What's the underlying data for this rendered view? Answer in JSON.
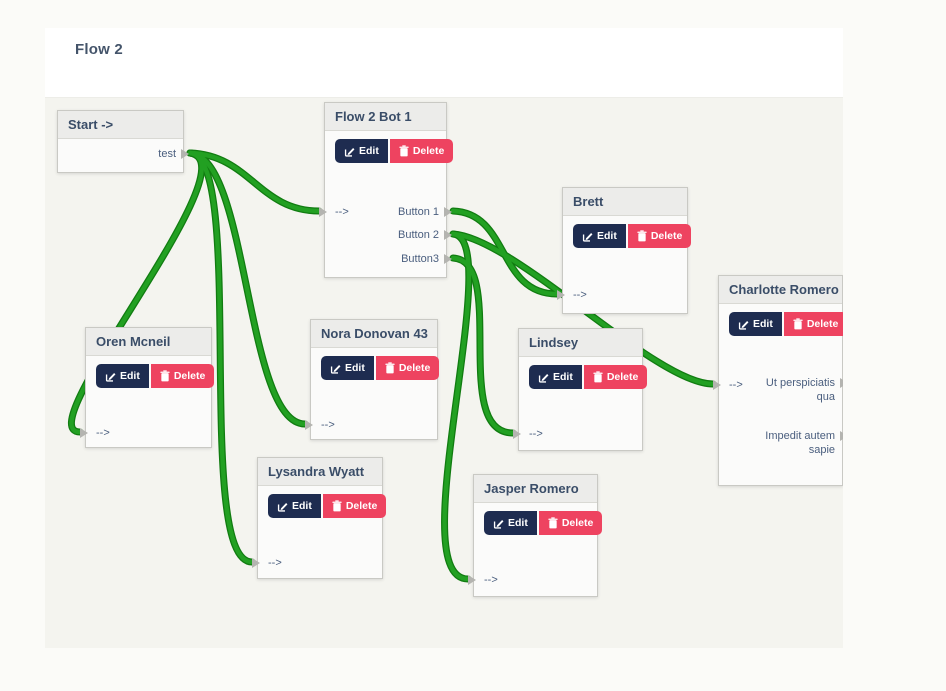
{
  "page": {
    "header_title": "Flow 2"
  },
  "port_arrow": "-->",
  "actions": {
    "edit": "Edit",
    "delete": "Delete"
  },
  "nodes": {
    "start": {
      "title": "Start ->",
      "output": "test"
    },
    "bot1": {
      "title": "Flow 2 Bot 1",
      "outputs": [
        "Button 1",
        "Button 2",
        "Button3"
      ]
    },
    "brett": {
      "title": "Brett"
    },
    "charlotte": {
      "title": "Charlotte Romero",
      "outputs": [
        "Ut perspiciatis qua",
        "Impedit autem sapie"
      ]
    },
    "oren": {
      "title": "Oren Mcneil"
    },
    "nora": {
      "title": "Nora Donovan 43"
    },
    "lindsey": {
      "title": "Lindsey"
    },
    "lysandra": {
      "title": "Lysandra Wyatt"
    },
    "jasper": {
      "title": "Jasper Romero"
    }
  },
  "connections": [
    {
      "from": "start.test",
      "to": "bot1.input"
    },
    {
      "from": "start.test",
      "to": "oren.input"
    },
    {
      "from": "start.test",
      "to": "nora.input"
    },
    {
      "from": "start.test",
      "to": "lysandra.input"
    },
    {
      "from": "bot1.Button 1",
      "to": "brett.input"
    },
    {
      "from": "bot1.Button 2",
      "to": "charlotte.input"
    },
    {
      "from": "bot1.Button 2",
      "to": "jasper.input"
    },
    {
      "from": "bot1.Button3",
      "to": "lindsey.input"
    }
  ],
  "colors": {
    "connector_green": "#22a022",
    "edit_button": "#1e2c50",
    "delete_button": "#ee4360",
    "node_title_text": "#3a4d68",
    "canvas_bg": "#f4f4ef"
  }
}
